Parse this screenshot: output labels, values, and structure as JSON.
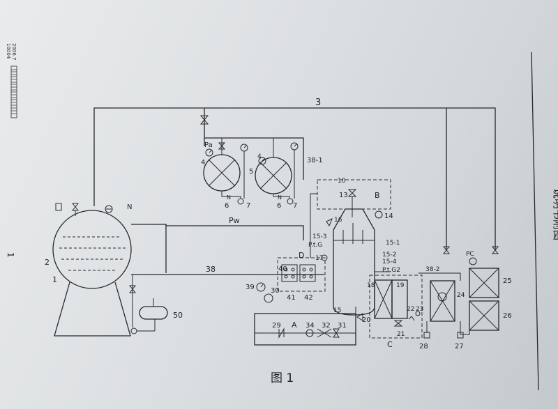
{
  "header": {
    "title": "说明书附图",
    "page_number": "1"
  },
  "stamp": {
    "line1": "10004",
    "line2": "2006.7"
  },
  "figure": {
    "caption": "图 1"
  },
  "labels": {
    "n1": "1",
    "n2": "2",
    "n3": "3",
    "n4a": "4",
    "n4b": "4",
    "n5": "5",
    "n6a": "6",
    "n6b": "6",
    "n7a": "7",
    "n7b": "7",
    "n10": "10",
    "n13": "13",
    "n14": "14",
    "n15": "15",
    "n15_1": "15-1",
    "n15_2": "15-2",
    "n15_3": "15-3",
    "n15_4": "15-4",
    "n16": "16",
    "n17": "17",
    "n18": "18",
    "n19": "19",
    "n20": "20",
    "n21": "21",
    "n22": "22",
    "n23": "23",
    "n24": "24",
    "n25": "25",
    "n26": "26",
    "n27": "27",
    "n28": "28",
    "n29": "29",
    "n30": "30",
    "n31": "31",
    "n32": "32",
    "n34": "34",
    "n38": "38",
    "n38_1": "38-1",
    "n38_2": "38-2",
    "n39": "39",
    "n40": "40",
    "n41": "41",
    "n42": "42",
    "n50": "50",
    "boxA": "A",
    "boxB": "B",
    "boxC": "C",
    "boxD": "D",
    "pa": "Pa",
    "pw": "Pw",
    "pc": "PC",
    "n_valve": "N",
    "ptg1": "P.t.G",
    "ptg2": "P.t.G2",
    "n_valve_small": "N"
  }
}
